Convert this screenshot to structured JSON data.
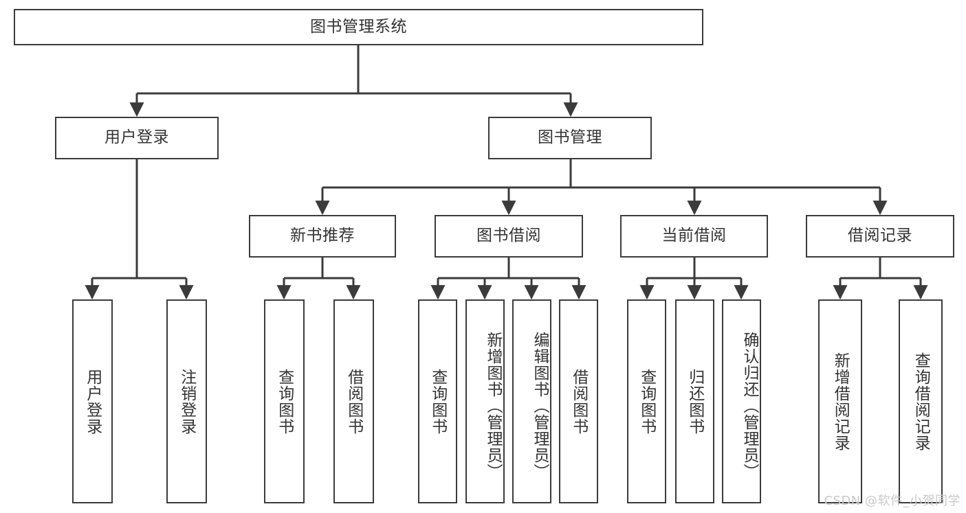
{
  "diagram": {
    "title": "图书管理系统",
    "type": "tree-hierarchy-chart",
    "root": {
      "label": "图书管理系统"
    },
    "level2": [
      {
        "label": "用户登录"
      },
      {
        "label": "图书管理"
      }
    ],
    "level3": [
      {
        "label": "新书推荐"
      },
      {
        "label": "图书借阅"
      },
      {
        "label": "当前借阅"
      },
      {
        "label": "借阅记录"
      }
    ],
    "leaves": {
      "user_login": [
        {
          "label": "用户登录"
        },
        {
          "label": "注销登录"
        }
      ],
      "new_book_recommend": [
        {
          "label": "查询图书"
        },
        {
          "label": "借阅图书"
        }
      ],
      "book_borrow": [
        {
          "label": "查询图书"
        },
        {
          "label": "新增图书（管理员）"
        },
        {
          "label": "编辑图书（管理员）"
        },
        {
          "label": "借阅图书"
        }
      ],
      "current_borrow": [
        {
          "label": "查询图书"
        },
        {
          "label": "归还图书"
        },
        {
          "label": "确认归还（管理员）"
        }
      ],
      "borrow_record": [
        {
          "label": "新增借阅记录"
        },
        {
          "label": "查询借阅记录"
        }
      ]
    }
  },
  "watermark": {
    "text": "CSDN @软件_小贺同学"
  },
  "colors": {
    "border": "#3b3b3b",
    "text": "#333333",
    "background": "#ffffff",
    "watermark": "#c9c9c9"
  }
}
